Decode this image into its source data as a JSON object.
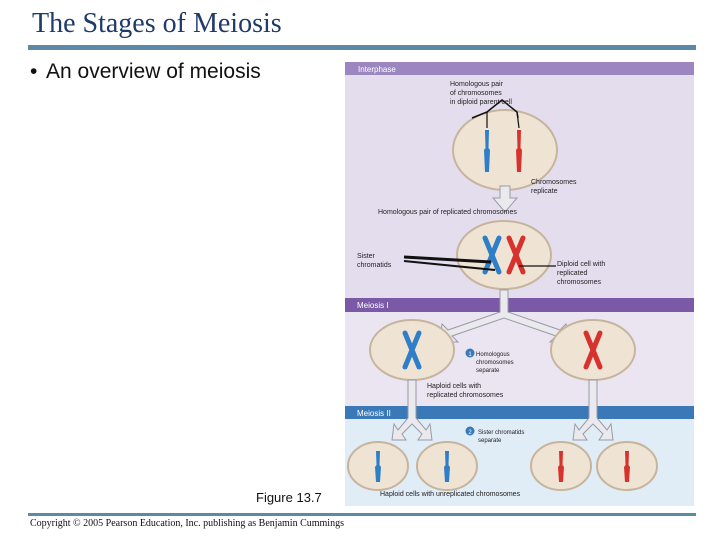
{
  "slide": {
    "title": "The Stages of Meiosis",
    "bullet": "An overview of meiosis",
    "figure_label": "Figure 13.7",
    "copyright": "Copyright © 2005 Pearson Education, Inc. publishing as Benjamin Cummings"
  },
  "diagram": {
    "phases": {
      "interphase": "Interphase",
      "meiosis1": "Meiosis I",
      "meiosis2": "Meiosis II"
    },
    "labels": {
      "homologous_pair_l1": "Homologous pair",
      "homologous_pair_l2": "of chromosomes",
      "homologous_pair_l3": "in diploid parent cell",
      "replicate_l1": "Chromosomes",
      "replicate_l2": "replicate",
      "replicated_pair": "Homologous pair of replicated chromosomes",
      "sister_l1": "Sister",
      "sister_l2": "chromatids",
      "diploid_l1": "Diploid cell with",
      "diploid_l2": "replicated",
      "diploid_l3": "chromosomes",
      "step1_num": "1",
      "step1_l1": "Homologous",
      "step1_l2": "chromosomes",
      "step1_l3": "separate",
      "haploid_rep_l1": "Haploid cells with",
      "haploid_rep_l2": "replicated chromosomes",
      "step2_num": "2",
      "step2_l1": "Sister chromatids",
      "step2_l2": "separate",
      "haploid_unrep": "Haploid cells with unreplicated chromosomes"
    },
    "colors": {
      "band_interphase": "#e4ddee",
      "band_meiosis1": "#ebe4f1",
      "band_meiosis2": "#e0ecf6",
      "header_purple": "#7a5aa6",
      "header_blue": "#3b78b8",
      "cell_fill": "#efe3d4",
      "cell_stroke": "#c6b49d",
      "chrom_blue": "#2f7fc8",
      "chrom_red": "#d8322e",
      "arrow_fill": "#e9e9ee"
    }
  }
}
